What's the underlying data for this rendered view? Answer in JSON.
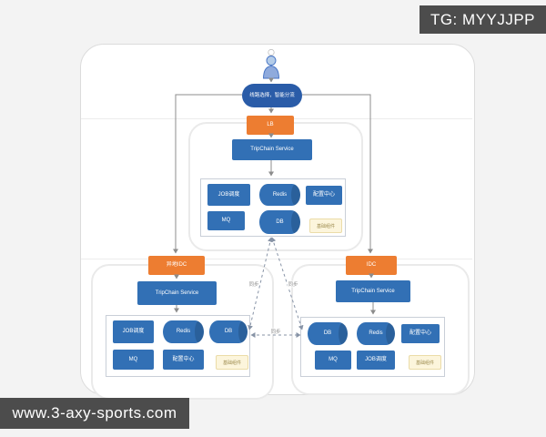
{
  "overlay": {
    "tg_label": "TG: MYYJJPP",
    "site_url": "www.3-axy-sports.com"
  },
  "diagram": {
    "entry_capsule_label": "线路选择，智能分流",
    "center_cluster": {
      "gateway_label": "LB",
      "service_label": "TripChain Service",
      "job_label": "JOB调度",
      "redis_label": "Redis",
      "config_label": "配置中心",
      "mq_label": "MQ",
      "db_label": "DB",
      "tag_label": "基础组件"
    },
    "left_cluster": {
      "gateway_label": "异地IDC",
      "service_label": "TripChain Service",
      "job_label": "JOB调度",
      "redis_label": "Redis",
      "db_label": "DB",
      "mq_label": "MQ",
      "config_label": "配置中心",
      "tag_label": "基础组件"
    },
    "right_cluster": {
      "gateway_label": "IDC",
      "service_label": "TripChain Service",
      "db_label": "DB",
      "redis_label": "Redis",
      "config_label": "配置中心",
      "mq_label": "MQ",
      "job_label": "JOB调度",
      "tag_label": "基础组件"
    },
    "sync_links": {
      "left_leg_label": "同步",
      "right_leg_label": "同步",
      "bottom_label": "同步"
    }
  },
  "colors": {
    "node_blue": "#3270B5",
    "capsule_blue": "#2A5CA8",
    "gateway_orange": "#ED7D31",
    "tag_yellow_bg": "#FCF5DC",
    "watermark_bar": "#4C4C4C"
  }
}
